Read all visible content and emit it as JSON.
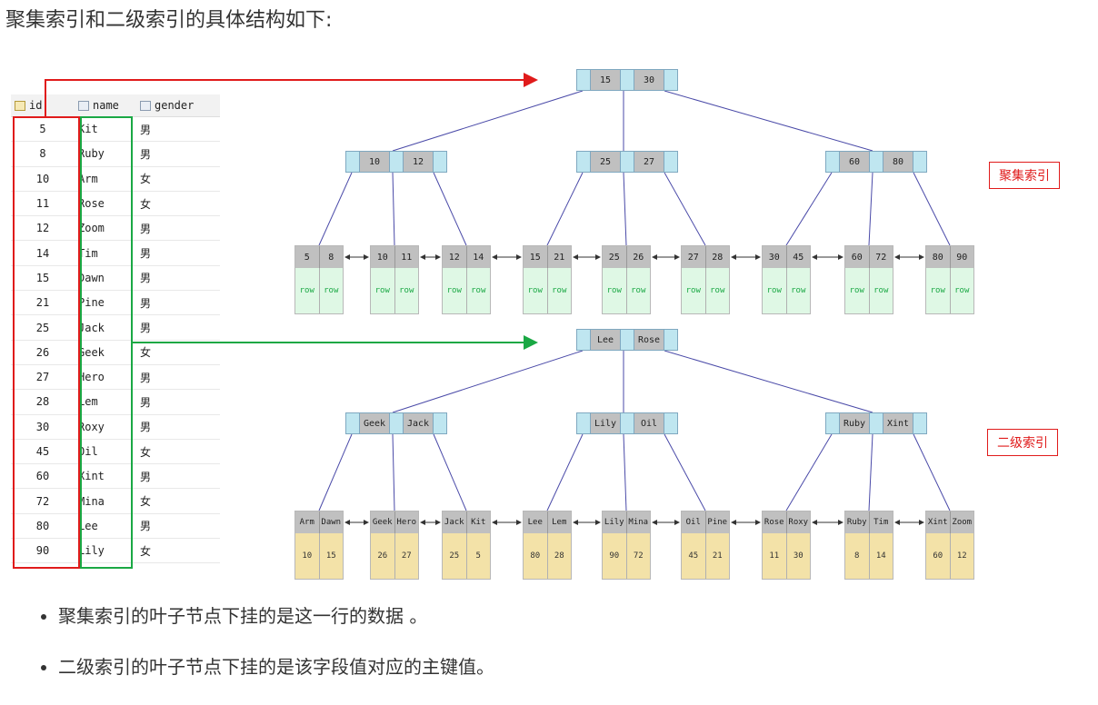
{
  "heading": "聚集索引和二级索引的具体结构如下:",
  "table": {
    "columns": [
      "id",
      "name",
      "gender"
    ],
    "rows": [
      [
        "5",
        "Kit",
        "男"
      ],
      [
        "8",
        "Ruby",
        "男"
      ],
      [
        "10",
        "Arm",
        "女"
      ],
      [
        "11",
        "Rose",
        "女"
      ],
      [
        "12",
        "Zoom",
        "男"
      ],
      [
        "14",
        "Tim",
        "男"
      ],
      [
        "15",
        "Dawn",
        "男"
      ],
      [
        "21",
        "Pine",
        "男"
      ],
      [
        "25",
        "Jack",
        "男"
      ],
      [
        "26",
        "Geek",
        "女"
      ],
      [
        "27",
        "Hero",
        "男"
      ],
      [
        "28",
        "Lem",
        "男"
      ],
      [
        "30",
        "Roxy",
        "男"
      ],
      [
        "45",
        "Oil",
        "女"
      ],
      [
        "60",
        "Xint",
        "男"
      ],
      [
        "72",
        "Mina",
        "女"
      ],
      [
        "80",
        "Lee",
        "男"
      ],
      [
        "90",
        "Lily",
        "女"
      ]
    ]
  },
  "clustered": {
    "tag": "聚集索引",
    "root": [
      "15",
      "30"
    ],
    "mid": [
      [
        "10",
        "12"
      ],
      [
        "25",
        "27"
      ],
      [
        "60",
        "80"
      ]
    ],
    "leaves": [
      [
        "5",
        "8"
      ],
      [
        "10",
        "11"
      ],
      [
        "12",
        "14"
      ],
      [
        "15",
        "21"
      ],
      [
        "25",
        "26"
      ],
      [
        "27",
        "28"
      ],
      [
        "30",
        "45"
      ],
      [
        "60",
        "72"
      ],
      [
        "80",
        "90"
      ]
    ],
    "leaf_value": "row"
  },
  "secondary": {
    "tag": "二级索引",
    "root": [
      "Lee",
      "Rose"
    ],
    "mid": [
      [
        "Geek",
        "Jack"
      ],
      [
        "Lily",
        "Oil"
      ],
      [
        "Ruby",
        "Xint"
      ]
    ],
    "leaves": [
      {
        "k": [
          "Arm",
          "Dawn"
        ],
        "v": [
          "10",
          "15"
        ]
      },
      {
        "k": [
          "Geek",
          "Hero"
        ],
        "v": [
          "26",
          "27"
        ]
      },
      {
        "k": [
          "Jack",
          "Kit"
        ],
        "v": [
          "25",
          "5"
        ]
      },
      {
        "k": [
          "Lee",
          "Lem"
        ],
        "v": [
          "80",
          "28"
        ]
      },
      {
        "k": [
          "Lily",
          "Mina"
        ],
        "v": [
          "90",
          "72"
        ]
      },
      {
        "k": [
          "Oil",
          "Pine"
        ],
        "v": [
          "45",
          "21"
        ]
      },
      {
        "k": [
          "Rose",
          "Roxy"
        ],
        "v": [
          "11",
          "30"
        ]
      },
      {
        "k": [
          "Ruby",
          "Tim"
        ],
        "v": [
          "8",
          "14"
        ]
      },
      {
        "k": [
          "Xint",
          "Zoom"
        ],
        "v": [
          "60",
          "12"
        ]
      }
    ]
  },
  "bullets": [
    "聚集索引的叶子节点下挂的是这一行的数据 。",
    "二级索引的叶子节点下挂的是该字段值对应的主键值。"
  ],
  "colors": {
    "clustered_arrow": "#e01b1b",
    "secondary_arrow": "#1aa844",
    "tree_line": "#4a4aa8",
    "leaf_row": "#dff8e5",
    "leaf_pk": "#f3e2a8"
  }
}
